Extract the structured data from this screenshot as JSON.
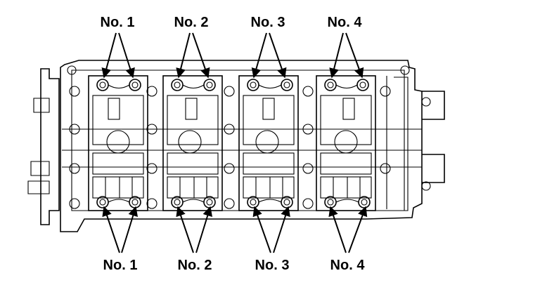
{
  "labels": {
    "top": [
      "No. 1",
      "No. 2",
      "No. 3",
      "No. 4"
    ],
    "bottom": [
      "No. 1",
      "No. 2",
      "No. 3",
      "No. 4"
    ]
  },
  "colors": {
    "ink": "#000000",
    "paper": "#ffffff"
  }
}
